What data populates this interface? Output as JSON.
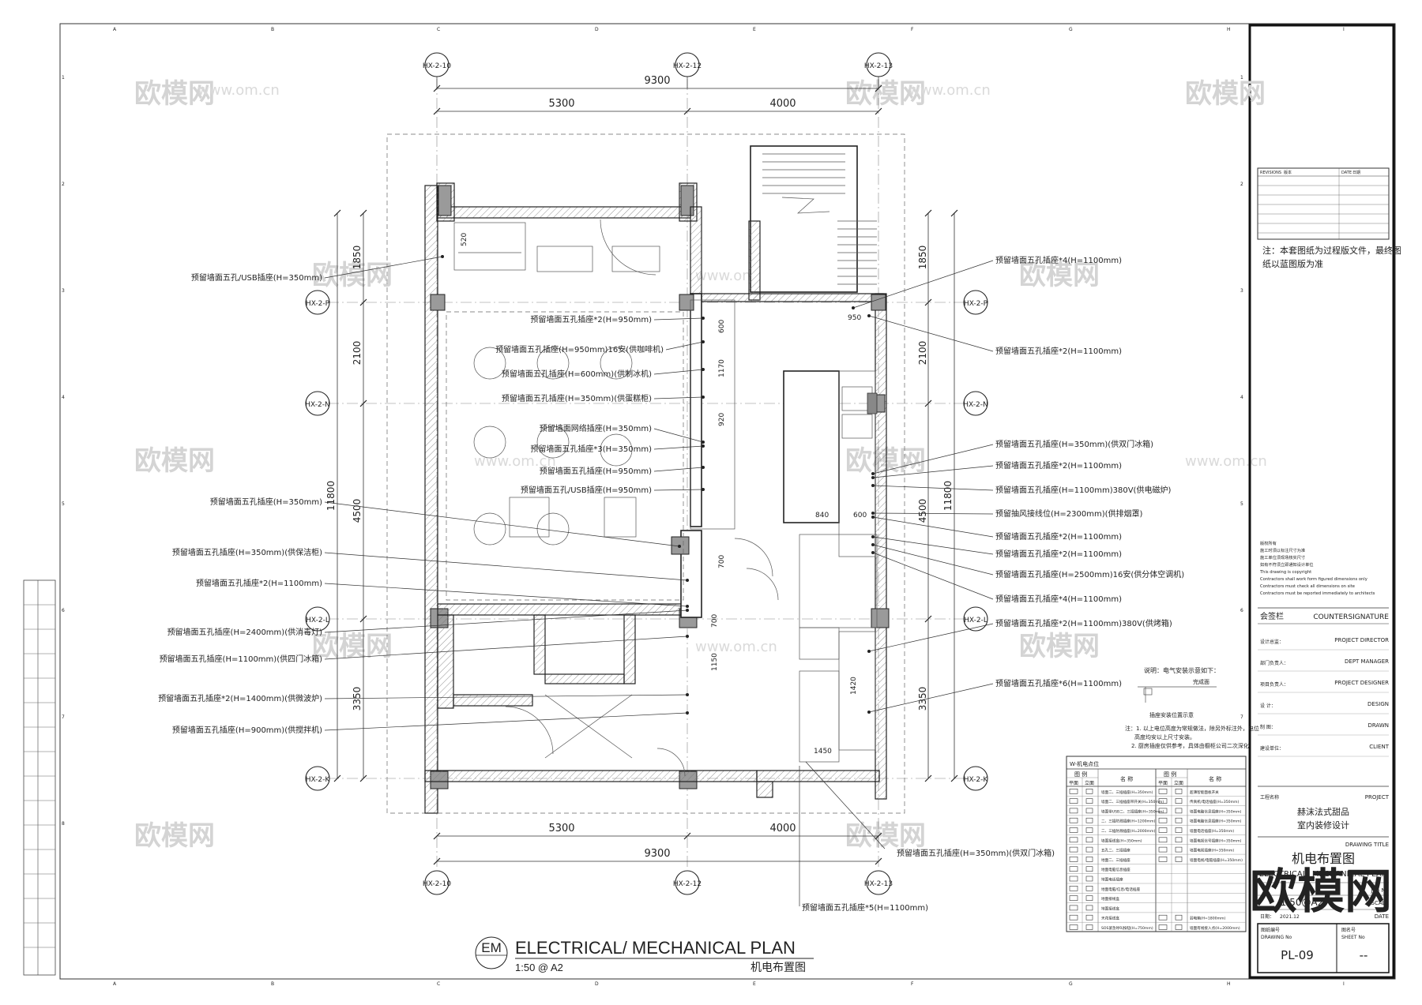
{
  "grid": {
    "top": [
      "HX-2-10",
      "HX-2-12",
      "HX-2-13"
    ],
    "bottom": [
      "HX-2-10",
      "HX-2-12",
      "HX-2-13"
    ],
    "left": [
      "HX-2-P",
      "HX-2-N",
      "HX-2-L",
      "HX-2-K"
    ],
    "right": [
      "HX-2-P",
      "HX-2-N",
      "HX-2-L",
      "HX-2-K"
    ]
  },
  "dims": {
    "total_h": "9300",
    "seg_h1": "5300",
    "seg_h2": "4000",
    "left_total": "11800",
    "left_segs": [
      "1850",
      "2100",
      "4500",
      "3350"
    ],
    "right_total": "11800",
    "right_segs": [
      "1850",
      "2100",
      "4500",
      "3350"
    ],
    "inner": [
      "950",
      "600",
      "1170",
      "920",
      "840",
      "600",
      "1150",
      "700",
      "1420",
      "1450",
      "700",
      "520"
    ]
  },
  "left_labels": [
    "预留墙面五孔/USB插座(H=350mm)",
    "预留墙面五孔插座*2(H=950mm)",
    "预留墙面五孔插座(H=950mm)16安(供咖啡机)",
    "预留墙面五孔插座(H=600mm)(供制冰机)",
    "预留墙面五孔插座(H=350mm)(供蛋糕柜)",
    "预留墙面网络插座(H=350mm)",
    "预留墙面五孔插座*3(H=350mm)",
    "预留墙面五孔插座(H=950mm)",
    "预留墙面五孔/USB插座(H=950mm)",
    "预留墙面五孔插座(H=350mm)",
    "预留墙面五孔插座(H=350mm)(供保洁柜)",
    "预留墙面五孔插座*2(H=1100mm)",
    "预留墙面五孔插座(H=2400mm)(供消毒灯)",
    "预留墙面五孔插座(H=1100mm)(供四门冰箱)",
    "预留墙面五孔插座*2(H=1400mm)(供微波炉)",
    "预留墙面五孔插座(H=900mm)(供搅拌机)"
  ],
  "right_labels": [
    "预留墙面五孔插座*4(H=1100mm)",
    "预留墙面五孔插座*2(H=1100mm)",
    "预留墙面五孔插座(H=350mm)(供双门冰箱)",
    "预留墙面五孔插座*2(H=1100mm)",
    "预留墙面五孔插座(H=1100mm)380V(供电磁炉)",
    "预留抽风接线位(H=2300mm)(供排烟罩)",
    "预留墙面五孔插座*2(H=1100mm)",
    "预留墙面五孔插座*2(H=1100mm)",
    "预留墙面五孔插座(H=2500mm)16安(供分体空调机)",
    "预留墙面五孔插座*4(H=1100mm)",
    "预留墙面五孔插座*2(H=1100mm)380V(供烤箱)",
    "预留墙面五孔插座*6(H=1100mm)"
  ],
  "bottom_labels": [
    "预留墙面五孔插座(H=350mm)(供双门冰箱)",
    "预留墙面五孔插座*5(H=1100mm)"
  ],
  "note_small": {
    "title": "说明：电气安装示意如下：",
    "sub": "插座安装位置示意",
    "finish": "完成面",
    "lines": [
      "注：1. 以上电位高度为常规做法，除另外标注外，电位",
      "高度均安以上尺寸安装。",
      "2. 厨房插座仅供参考，具体由橱柜公司二次深化"
    ]
  },
  "legend": {
    "title": "W-机电点位",
    "head_symbol": "图 例",
    "head_sub": [
      "平面",
      "立面"
    ],
    "head_name": "名 称",
    "left_rows": [
      "墙面二、三插插座(H=350mm)",
      "墙面二、三插插座带开关(H=350mm)",
      "墙面带USB二、三插插座(H=350mm)",
      "二、三插防溅插座(H=1200mm)",
      "二、三插防溅插座(H=2000mm)",
      "墙面接线盒(H=350mm)",
      "五孔二、三插插座",
      "地面二、三插插座",
      "地面电脑信息插座",
      "地面电话插座",
      "地面电脑/信息/电话插座",
      "地面接线盒",
      "地面接线盒",
      "天花接线盒",
      "SOS紧急呼叫按钮(H=750mm)"
    ],
    "right_rows": [
      "超薄智能面板开关",
      "传真机/电话插座(H=350mm)",
      "墙面电脑信息插座(H=350mm)",
      "墙面电脑信息插座(H=350mm)",
      "墙面电话插座(H=350mm)",
      "墙面电视信号插座(H=350mm)",
      "墙面电视插座(H=350mm)",
      "墙面电视/电脑插座(H=350mm)",
      "",
      "",
      "",
      "",
      "",
      "弱电箱(H=1800mm)",
      "墙面有线接入点(H=2000mm)"
    ]
  },
  "titleblock": {
    "revisions": "REVISIONS",
    "version": "版本",
    "date": "DATE",
    "date_cn": "日期",
    "note": "注：本套图纸为过程版文件，最终图纸以蓝图版为准",
    "copyright_lines": [
      "版权所有",
      "施工时须以标注尺寸为准",
      "施工单位须现场核实尺寸",
      "如有不符须立即通知设计单位",
      "This drawing is copyright",
      "Contractors shall work form figured dimensions only",
      "Contractors must check all dimensions on site",
      "Contractors must be reported immediately to architects"
    ],
    "countersign_cn": "会签栏",
    "countersign_en": "COUNTERSIGNATURE",
    "roles": [
      {
        "cn": "设计总监：",
        "en": "PROJECT DIRECTOR"
      },
      {
        "cn": "部门负责人：",
        "en": "DEPT MANAGER"
      },
      {
        "cn": "项目负责人：",
        "en": "PROJECT DESIGNER"
      },
      {
        "cn": "设 计：",
        "en": "DESIGN"
      },
      {
        "cn": "制 图：",
        "en": "DRAWN"
      },
      {
        "cn": "建设单位：",
        "en": "CLIENT"
      }
    ],
    "project_label_cn": "工程名称",
    "project_label_en": "PROJECT",
    "project_name_1": "赫沫法式甜品",
    "project_name_2": "室内装修设计",
    "drawing_title_en_label": "DRAWING TITLE",
    "drawing_title_cn": "机电布置图",
    "drawing_title_en": "ELECTRICAL/ MECHANICAL PLAN",
    "job_label_en": "Job No",
    "scale_label": "SCALE",
    "scale_value": "1:50@A2",
    "date_label_cn": "日期：",
    "date_value": "2021.12",
    "date_label_en": "DATE",
    "drawing_no_cn": "图纸编号",
    "drawing_no_en": "DRAWING No",
    "sheet_no_cn": "图名号",
    "sheet_no_en": "SHEET No",
    "drawing_no": "PL-09",
    "sheet_no": "--"
  },
  "bottom_title": {
    "mark": "EM",
    "title": "ELECTRICAL/ MECHANICAL PLAN",
    "scale": "1:50 @ A2",
    "title_cn": "机电布置图"
  },
  "watermark": {
    "brand": "欧模网",
    "url": "www.om.cn",
    "big": "欧模网"
  },
  "frame_numbers": [
    "1",
    "2",
    "3",
    "4",
    "5",
    "6",
    "7",
    "8"
  ],
  "frame_letters": [
    "A",
    "B",
    "C",
    "D",
    "E",
    "F",
    "G",
    "H",
    "I"
  ]
}
